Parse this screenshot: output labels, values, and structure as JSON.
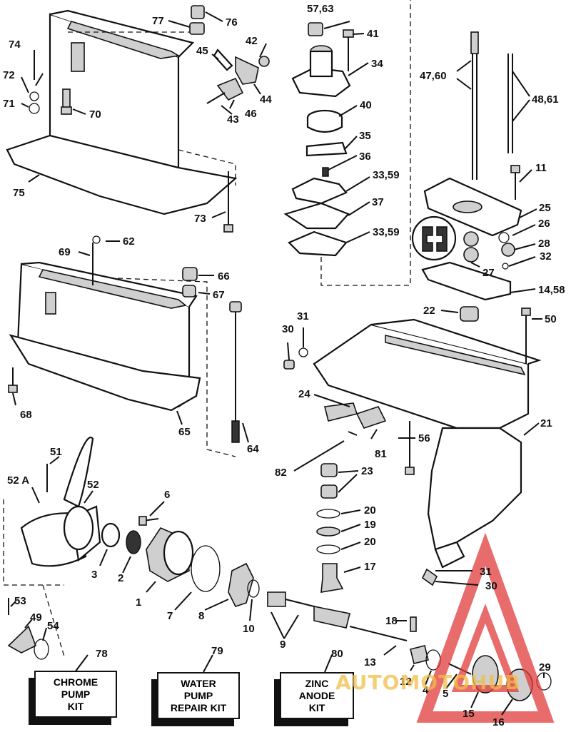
{
  "labels": {
    "l1": "1",
    "l2": "2",
    "l3": "3",
    "l4": "4",
    "l5": "5",
    "l6": "6",
    "l7": "7",
    "l8": "8",
    "l9": "9",
    "l10": "10",
    "l11": "11",
    "l12": "12",
    "l13": "13",
    "l14_58": "14,58",
    "l15": "15",
    "l16": "16",
    "l17": "17",
    "l18": "18",
    "l19": "19",
    "l20a": "20",
    "l20b": "20",
    "l21": "21",
    "l22": "22",
    "l23": "23",
    "l24": "24",
    "l25": "25",
    "l26": "26",
    "l27": "27",
    "l28": "28",
    "l29": "29",
    "l30a": "30",
    "l30b": "30",
    "l31a": "31",
    "l31b": "31",
    "l32": "32",
    "l33_59a": "33,59",
    "l33_59b": "33,59",
    "l34": "34",
    "l35": "35",
    "l36": "36",
    "l37": "37",
    "l40": "40",
    "l41": "41",
    "l42": "42",
    "l43": "43",
    "l44": "44",
    "l45": "45",
    "l46": "46",
    "l47_60": "47,60",
    "l48_61": "48,61",
    "l49": "49",
    "l50": "50",
    "l51": "51",
    "l52": "52",
    "l52a": "52 A",
    "l53": "53",
    "l54": "54",
    "l56": "56",
    "l57_63": "57,63",
    "l62": "62",
    "l64": "64",
    "l65": "65",
    "l66": "66",
    "l67": "67",
    "l68": "68",
    "l69": "69",
    "l70": "70",
    "l71": "71",
    "l72": "72",
    "l73": "73",
    "l74": "74",
    "l75": "75",
    "l76": "76",
    "l77": "77",
    "l78": "78",
    "l79": "79",
    "l80": "80",
    "l81": "81",
    "l82": "82"
  },
  "kits": {
    "chrome": "CHROME\nPUMP\nKIT",
    "water": "WATER\nPUMP\nREPAIR KIT",
    "zinc": "ZINC\nANODE\nKIT"
  },
  "watermark": "AUTOMOTOHUB",
  "colors": {
    "line": "#111111",
    "watermark_triangle": "#e23b3b",
    "watermark_text": "#f0be46"
  }
}
